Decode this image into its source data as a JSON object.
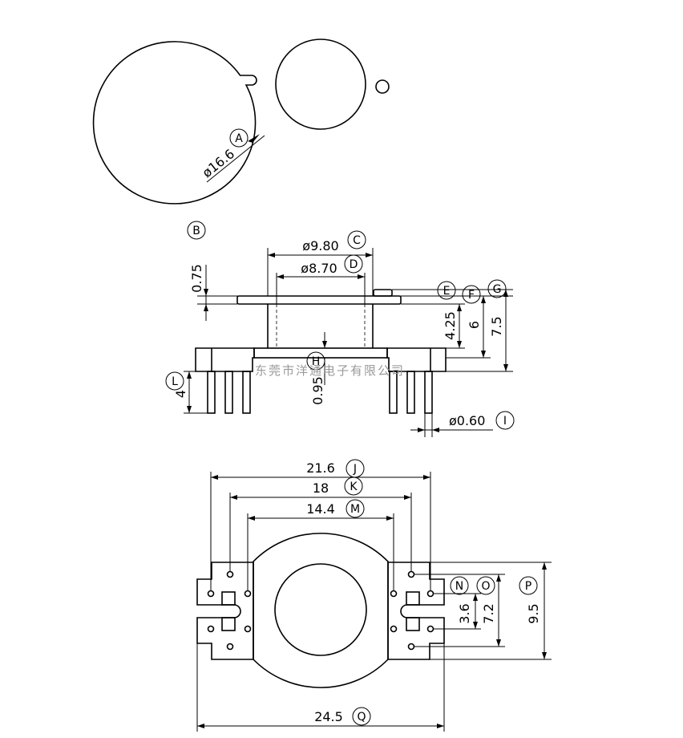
{
  "views": {
    "top": {
      "diameter_label": "ø16.6",
      "callout": "A"
    },
    "side": {
      "dims": [
        {
          "value": "0.75",
          "callout": "B"
        },
        {
          "value": "ø9.80",
          "callout": "C"
        },
        {
          "value": "ø8.70",
          "callout": "D"
        },
        {
          "value": "",
          "callout": "E"
        },
        {
          "value": "4.25",
          "callout": "F"
        },
        {
          "value": "6",
          "callout": ""
        },
        {
          "value": "7.5",
          "callout": "G"
        },
        {
          "value": "0.95",
          "callout": "H"
        },
        {
          "value": "ø0.60",
          "callout": "I"
        },
        {
          "value": "4",
          "callout": "L"
        }
      ],
      "watermark": "东莞市洋通电子有限公司"
    },
    "bottom": {
      "dims": [
        {
          "value": "21.6",
          "callout": "J"
        },
        {
          "value": "18",
          "callout": "K"
        },
        {
          "value": "14.4",
          "callout": "M"
        },
        {
          "value": "3.6",
          "callout": "N"
        },
        {
          "value": "7.2",
          "callout": "O"
        },
        {
          "value": "9.5",
          "callout": "P"
        },
        {
          "value": "24.5",
          "callout": "Q"
        }
      ]
    }
  }
}
